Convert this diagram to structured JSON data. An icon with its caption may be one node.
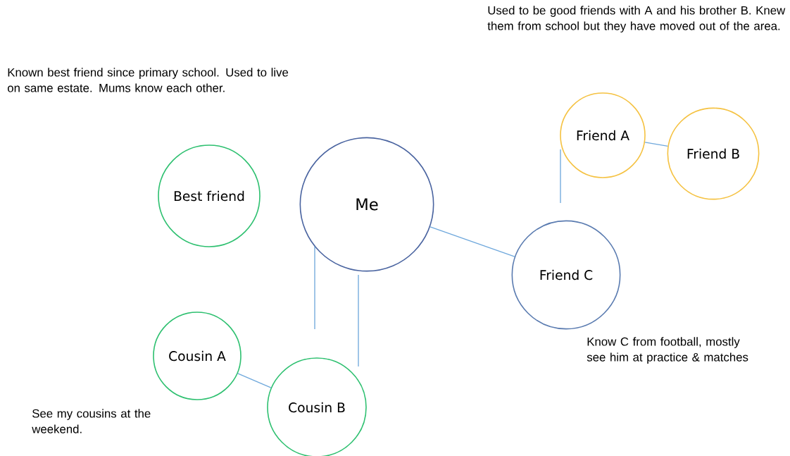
{
  "diagram": {
    "nodes": [
      {
        "text": [
          "Me"
        ]
      },
      {
        "text": [
          "Best friend"
        ]
      },
      {
        "text": [
          "Friend A"
        ]
      },
      {
        "text": [
          "Friend B"
        ]
      },
      {
        "text": [
          "Friend C"
        ]
      },
      {
        "text": [
          "Cousin A"
        ]
      },
      {
        "text": [
          "Cousin B"
        ]
      }
    ],
    "edges": [
      {
        "from": 0,
        "to": 4,
        "arrow": "none"
      },
      {
        "from": 2,
        "to": 3,
        "arrow": "none"
      },
      {
        "from": 5,
        "to": 6,
        "arrow": "none"
      },
      {
        "from": 0,
        "to": 6,
        "arrow": "none"
      },
      {
        "from": 0,
        "to": null,
        "arrow": "none"
      },
      {
        "from": 2,
        "to": 4,
        "arrow": "none"
      }
    ],
    "labels": [
      "Used to be good friends with A and his brother B. Knew them from school but they have moved out of the area.",
      "Known best friend since primary school. Used to live on same estate.  Mums know each other.",
      "Know C from football, mostly see him at practice & matches",
      "See my cousins at the weekend."
    ]
  }
}
